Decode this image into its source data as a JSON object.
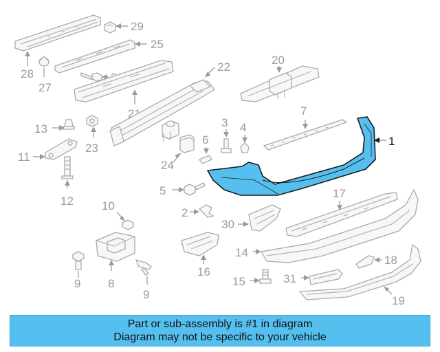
{
  "diagram": {
    "labels": {
      "p1": "1",
      "p2": "2",
      "p3": "3",
      "p4": "4",
      "p5": "5",
      "p6": "6",
      "p7": "7",
      "p8": "8",
      "p9a": "9",
      "p9b": "9",
      "p10": "10",
      "p11": "11",
      "p12": "12",
      "p13": "13",
      "p14": "14",
      "p15": "15",
      "p16": "16",
      "p17": "17",
      "p18": "18",
      "p19": "19",
      "p20": "20",
      "p21": "21",
      "p22": "22",
      "p23": "23",
      "p24": "24",
      "p25": "25",
      "p26": "26",
      "p27": "27",
      "p28": "28",
      "p29": "29",
      "p30": "30",
      "p31": "31"
    },
    "highlight_color": "#55c0f0"
  },
  "banner": {
    "line1": "Part or sub-assembly is #1 in diagram",
    "line2": "Diagram may not be specific to your vehicle",
    "background": "#55c0f0"
  }
}
